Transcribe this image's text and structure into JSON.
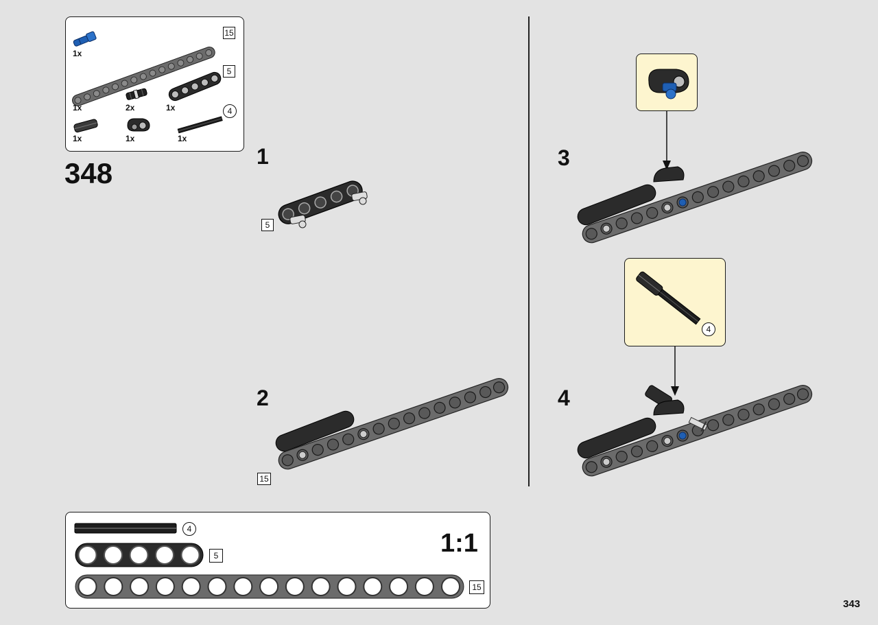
{
  "page_number": "343",
  "step_group": "348",
  "parts_list": {
    "items": [
      {
        "count": "1x",
        "part": "blue-axle-pin"
      },
      {
        "count": "1x",
        "part": "beam-15",
        "length": "15"
      },
      {
        "count": "2x",
        "part": "black-friction-pin"
      },
      {
        "count": "1x",
        "part": "beam-5",
        "length": "5"
      },
      {
        "count": "1x",
        "part": "black-axle-connector"
      },
      {
        "count": "1x",
        "part": "black-double-connector"
      },
      {
        "count": "1x",
        "part": "axle-4",
        "length": "4"
      }
    ]
  },
  "steps": [
    {
      "number": "1",
      "badge": "5"
    },
    {
      "number": "2",
      "badge": "15"
    },
    {
      "number": "3"
    },
    {
      "number": "4",
      "callout_badge": "4"
    }
  ],
  "scale_guide": {
    "label": "1:1",
    "axle_length": "4",
    "beam_short": "5",
    "beam_long": "15"
  },
  "colors": {
    "background": "#e3e3e3",
    "callout": "#fdf5cf",
    "beam_gray": "#6b6b6b",
    "beam_black": "#2b2b2b",
    "pin_blue": "#1f5fb3"
  }
}
